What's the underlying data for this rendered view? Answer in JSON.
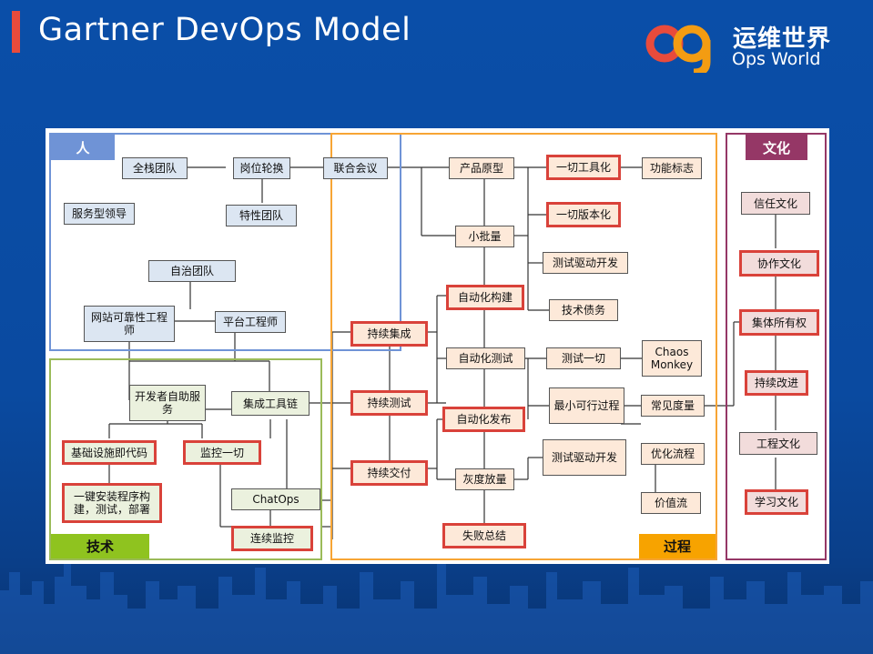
{
  "title": "Gartner DevOps Model",
  "logo": {
    "cn": "运维世界",
    "en": "Ops World"
  },
  "colors": {
    "accent_red": "#e84b3c",
    "highlight_border": "#d9423a",
    "people": "#4472c4",
    "tech": "#9bbb59",
    "process": "#f79646",
    "culture": "#953766"
  },
  "sections": {
    "people": "人",
    "tech": "技术",
    "process": "过程",
    "culture": "文化"
  },
  "people": {
    "fullstack": "全栈团队",
    "rotation": "岗位轮换",
    "federation": "联合会议",
    "servant": "服务型领导",
    "feature_team": "特性团队",
    "autonomous": "自治团队",
    "sre": "网站可靠性工程师",
    "platform": "平台工程师"
  },
  "tech": {
    "selfservice": "开发者自助服务",
    "toolchain": "集成工具链",
    "iac": "基础设施即代码",
    "monitor_all": "监控一切",
    "oneclick": "一键安装程序构建，测试，部署",
    "chatops": "ChatOps",
    "cont_monitor": "连续监控"
  },
  "process": {
    "prototype": "产品原型",
    "tool_all": "一切工具化",
    "feature_flag": "功能标志",
    "version_all": "一切版本化",
    "small_batch": "小批量",
    "tdd": "测试驱动开发",
    "auto_build": "自动化构建",
    "tech_debt": "技术债务",
    "ci": "持续集成",
    "auto_test": "自动化测试",
    "test_all": "测试一切",
    "chaos": "Chaos Monkey",
    "ct": "持续测试",
    "mvp": "最小可行过程",
    "common_metrics": "常见度量",
    "auto_release": "自动化发布",
    "tdd2": "测试驱动开发",
    "optimize": "优化流程",
    "cd": "持续交付",
    "canary": "灰度放量",
    "value_stream": "价值流",
    "postmortem": "失败总结"
  },
  "culture": {
    "trust": "信任文化",
    "collab": "协作文化",
    "ownership": "集体所有权",
    "improve": "持续改进",
    "eng": "工程文化",
    "learn": "学习文化"
  }
}
